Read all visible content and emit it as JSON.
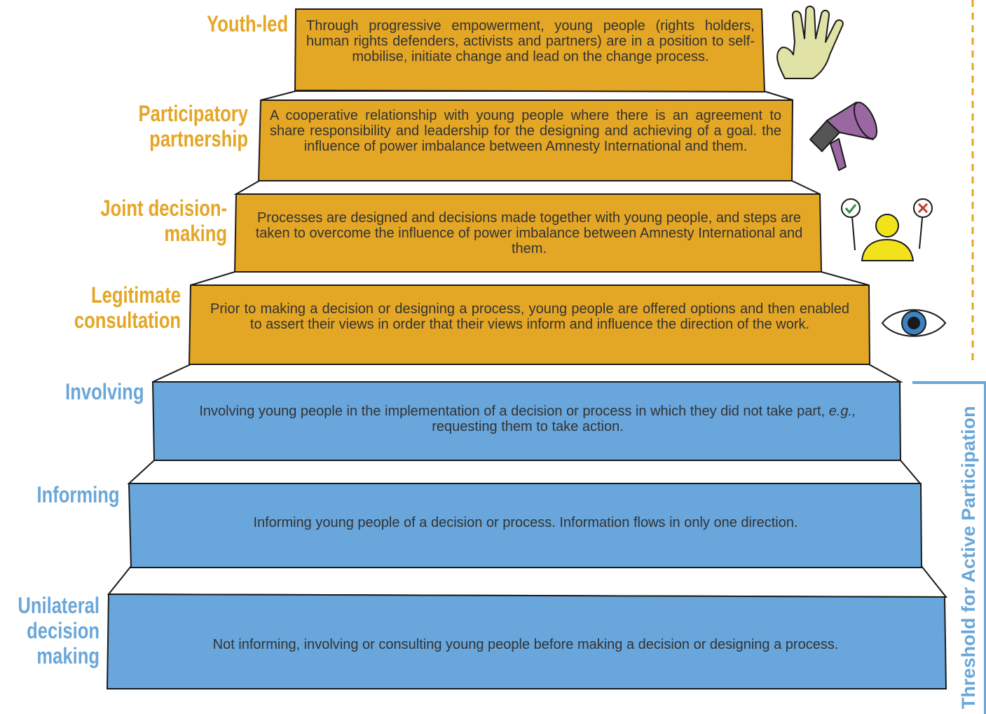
{
  "steps": [
    {
      "level": "Youth-led",
      "description": "Through progressive empowerment, young people (rights holders, human rights defenders, activists and partners) are in a position to self-mobilise, initiate change and lead on the change process.",
      "icon": "raised-hand-icon"
    },
    {
      "level": "Participatory partnership",
      "description": "A cooperative relationship with young people where there is an agreement to share responsibility and leadership for the designing and achieving of a goal. the influence of power imbalance between Amnesty International and them.",
      "icon": "megaphone-icon"
    },
    {
      "level": "Joint decision-making",
      "description": "Processes are designed and decisions made together with young people, and steps are taken to overcome the influence of power imbalance between Amnesty International and them.",
      "icon": "person-voting-icon"
    },
    {
      "level": "Legitimate consultation",
      "description": "Prior to making a decision or designing a process, young people are offered options and then enabled to assert their views in order that their views inform and influence the direction of the work.",
      "icon": "eye-icon"
    },
    {
      "level": "Involving",
      "description_before": "Involving young people in the implementation of a decision or process in which they did not take part, ",
      "description_em": "e.g.,",
      "description_after": " requesting them to take action."
    },
    {
      "level": "Informing",
      "description": "Informing young people of a decision or process. Information flows in only one direction."
    },
    {
      "level": "Unilateral decision making",
      "description": "Not informing, involving or consulting young people before making a decision or designing a process."
    }
  ],
  "threshold_label": "Threshold for Active Participation",
  "colors": {
    "active": "#e4a625",
    "passive": "#6aa7d9",
    "label_orange": "#e4a625",
    "label_blue": "#6aa7d9"
  }
}
